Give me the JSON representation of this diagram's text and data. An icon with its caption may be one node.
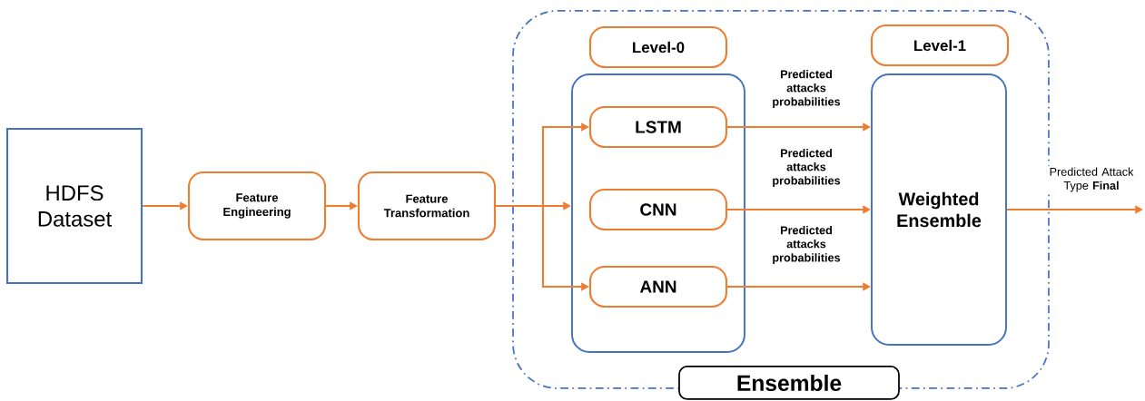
{
  "diagram": {
    "nodes": [
      {
        "text": [
          "HDFS Dataset"
        ]
      },
      {
        "text": [
          "Feature Engineering"
        ]
      },
      {
        "text": [
          "Feature Transformation"
        ]
      },
      {
        "text": [
          "Ensemble"
        ]
      },
      {
        "text": [
          "Level-0"
        ],
        "in": 3
      },
      {
        "text": [
          "Level-1"
        ],
        "in": 3
      },
      {
        "text": [],
        "shape": "box",
        "in": 3
      },
      {
        "text": [
          "LSTM"
        ],
        "in": 6
      },
      {
        "text": [
          "CNN"
        ],
        "in": 6
      },
      {
        "text": [
          "ANN"
        ],
        "in": 6
      },
      {
        "text": [
          "Weighted Ensemble"
        ],
        "in": 3
      }
    ],
    "edges": [
      {
        "from": 0,
        "to": 1,
        "arrow": "to"
      },
      {
        "from": 1,
        "to": 2,
        "arrow": "to"
      },
      {
        "from": 2,
        "to": 7,
        "arrow": "to"
      },
      {
        "from": 2,
        "to": 6,
        "arrow": "to"
      },
      {
        "from": 2,
        "to": 9,
        "arrow": "to"
      },
      {
        "from": 7,
        "to": 10,
        "arrow": "to",
        "label": "Predicted attacks probabilities"
      },
      {
        "from": 8,
        "to": 10,
        "arrow": "to",
        "label": "Predicted attacks probabilities"
      },
      {
        "from": 9,
        "to": 10,
        "arrow": "to",
        "label": "Predicted attacks probabilities"
      },
      {
        "from": 10,
        "to": null,
        "arrow": "to",
        "label": "Predicted Attack Type **Final**"
      }
    ]
  }
}
